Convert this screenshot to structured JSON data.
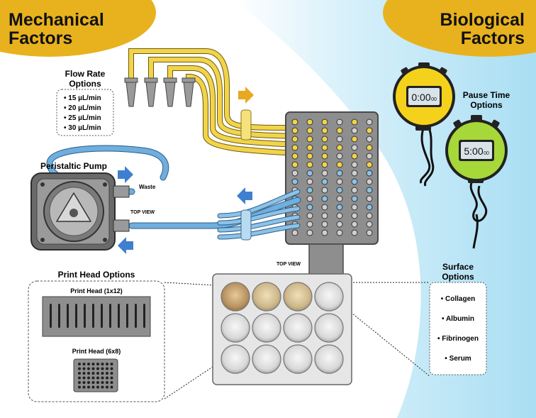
{
  "headers": {
    "mechanical": [
      "Mechanical",
      "Factors"
    ],
    "biological": [
      "Biological",
      "Factors"
    ]
  },
  "flow_rate": {
    "title": [
      "Flow Rate",
      "Options"
    ],
    "options": [
      "• 15 µL/min",
      "• 20 µL/min",
      "• 25 µL/min",
      "• 30 µL/min"
    ]
  },
  "pump": {
    "title": "Peristaltic Pump",
    "waste_label": "Waste",
    "view_label": "TOP VIEW"
  },
  "printer_view_label": "TOP VIEW",
  "print_head": {
    "title": "Print Head Options",
    "option1": "Print Head (1x12)",
    "option2": "Print Head (6x8)"
  },
  "pause_time": {
    "title": [
      "Pause Time",
      "Options"
    ],
    "timer1": "0:00",
    "timer1_small": "00",
    "timer2": "5:00",
    "timer2_small": "00"
  },
  "surface": {
    "title": [
      "Surface",
      "Options"
    ],
    "options": [
      "• Collagen",
      "• Albumin",
      "• Fibrinogen",
      "• Serum"
    ]
  },
  "colors": {
    "header_gold": "#E8B21E",
    "tube_yellow": "#F2D44A",
    "tube_blue": "#6FAEDD",
    "timer_yellow": "#F4D21C",
    "timer_green": "#A6D83A",
    "arrow_blue": "#3F7FD0",
    "arrow_gold": "#E8A820"
  }
}
